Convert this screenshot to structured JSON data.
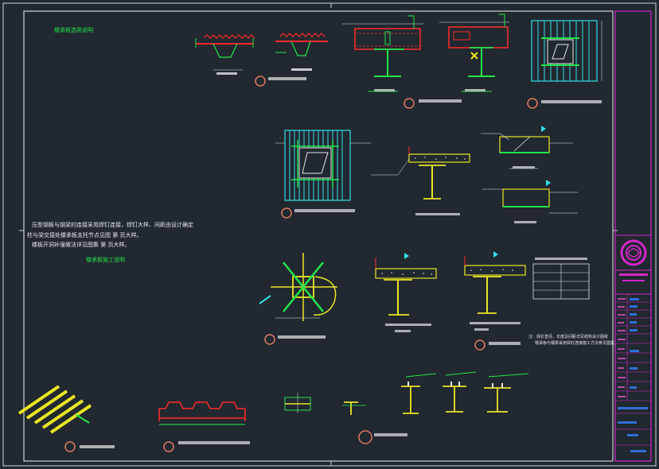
{
  "drawing": {
    "background": "#212830",
    "colors": {
      "frame": "#cfd3d8",
      "green": "#22e64a",
      "green_fill": "#2fa043",
      "cyan": "#33e0e6",
      "yellow": "#e9e624",
      "red": "#ff2a2a",
      "magenta": "#d427c8",
      "blue": "#2d6fd6",
      "white": "#e8e8e8",
      "orange_circle": "#e07a62"
    },
    "header_label": "楼承板选用说明",
    "notes": {
      "line1": "压型钢板与钢梁的连接采用焊钉连接，焊钉大样、间距由设计确定",
      "line2": "柱与梁交接处楼承板支托节点见图        第    页大样。",
      "line3": "楼板开洞补强做法详见图集        第    页大样。"
    },
    "section_title": "楼承板施工说明",
    "note_block": {
      "line1": "注：焊钉直径、长度及间距详见结构设计图纸",
      "line2": "楼承板与钢梁采用焊钉连接施工方法参见图集"
    }
  }
}
